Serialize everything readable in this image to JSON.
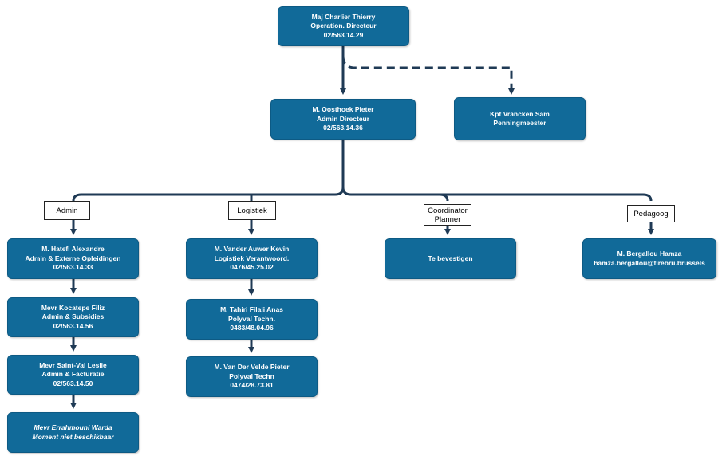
{
  "colors": {
    "box": "#116A99",
    "connector": "#1F3A55",
    "box_text": "#FFFFFF"
  },
  "nodes": {
    "charlier": {
      "lines": [
        "Maj Charlier Thierry",
        "Operation. Directeur",
        "02/563.14.29"
      ]
    },
    "vrancken": {
      "lines": [
        "Kpt Vrancken Sam",
        "Penningmeester"
      ]
    },
    "oosthoek": {
      "lines": [
        "M. Oosthoek Pieter",
        "Admin Directeur",
        "02/563.14.36"
      ]
    },
    "hatefi": {
      "lines": [
        "M. Hatefi Alexandre",
        "Admin & Externe Opleidingen",
        "02/563.14.33"
      ]
    },
    "kocatepe": {
      "lines": [
        "Mevr Kocatepe Filiz",
        "Admin & Subsidies",
        "02/563.14.56"
      ]
    },
    "saintval": {
      "lines": [
        "Mevr Saint-Val Leslie",
        "Admin & Facturatie",
        "02/563.14.50"
      ]
    },
    "errahmouni": {
      "lines": [
        "Mevr Errahmouni Warda",
        "Moment niet beschikbaar"
      ]
    },
    "vanderauwer": {
      "lines": [
        "M. Vander Auwer Kevin",
        "Logistiek Verantwoord.",
        "0476/45.25.02"
      ]
    },
    "tahiri": {
      "lines": [
        "M. Tahiri Filali Anas",
        "Polyval Techn.",
        "0483/48.04.96"
      ]
    },
    "vandervelde": {
      "lines": [
        "M. Van Der Velde Pieter",
        "Polyval Techn",
        "0474/28.73.81"
      ]
    },
    "tebevestigen": {
      "lines": [
        "Te bevestigen"
      ]
    },
    "bergallou": {
      "lines": [
        "M. Bergallou Hamza",
        "hamza.bergallou@firebru.brussels"
      ]
    }
  },
  "labels": {
    "admin": {
      "lines": [
        "Admin"
      ]
    },
    "logistiek": {
      "lines": [
        "Logistiek"
      ]
    },
    "coordinator": {
      "lines": [
        "Coordinator",
        "Planner"
      ]
    },
    "pedagoog": {
      "lines": [
        "Pedagoog"
      ]
    }
  }
}
